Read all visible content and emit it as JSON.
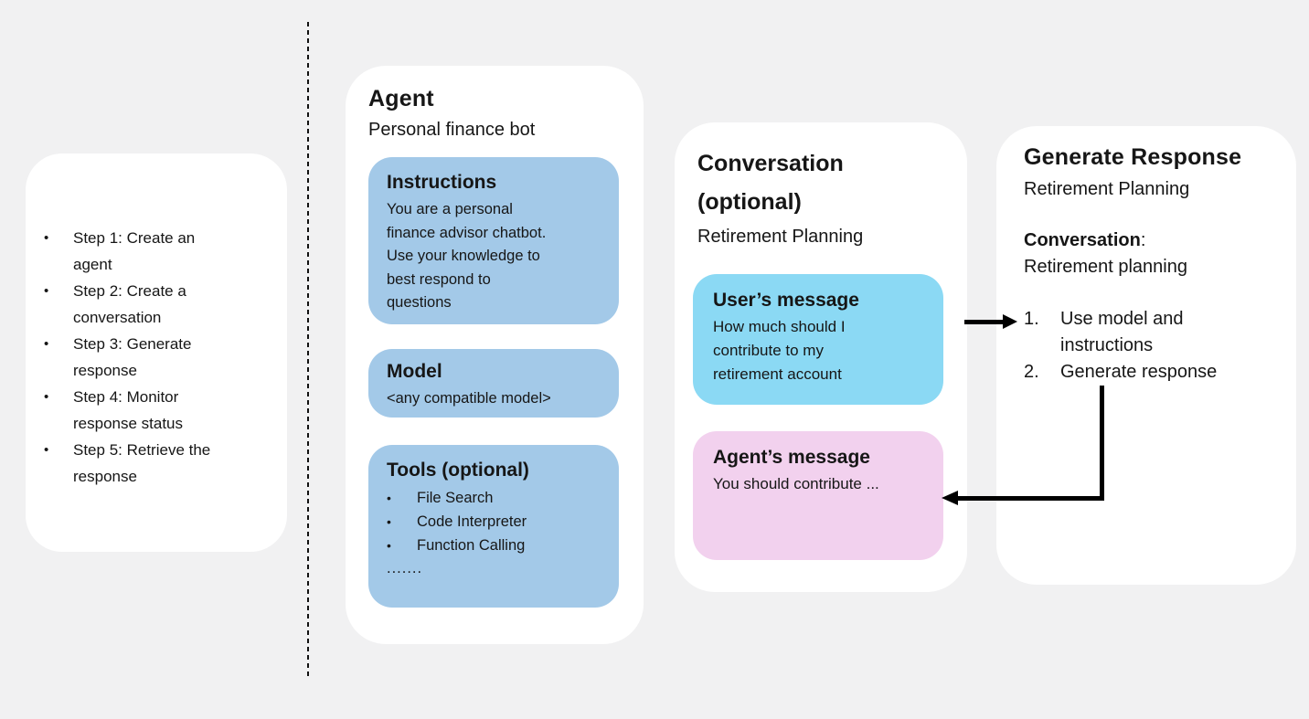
{
  "colors": {
    "bg": "#f1f1f2",
    "panel": "#ffffff",
    "blue": "#a3c9e8",
    "cyan": "#8bd9f4",
    "pink": "#f2d1ee",
    "ink": "#161616",
    "arrow": "#000000"
  },
  "glyphs": {
    "bullet": "•"
  },
  "steps_panel": {
    "items": [
      "Step 1: Create an\nagent",
      "Step 2: Create a\nconversation",
      "Step 3: Generate\nresponse",
      "Step 4: Monitor\nresponse status",
      "Step 5: Retrieve the\nresponse"
    ]
  },
  "agent_panel": {
    "title": "Agent",
    "subtitle": "Personal finance bot",
    "boxes": [
      {
        "title": "Instructions",
        "body": "You are a personal\nfinance advisor chatbot.\nUse your knowledge to\nbest respond to\nquestions"
      },
      {
        "title": "Model",
        "body": "<any compatible model>"
      },
      {
        "title": "Tools (optional)",
        "bullets": [
          "File Search",
          "Code Interpreter",
          "Function Calling"
        ],
        "dots": "......."
      }
    ]
  },
  "conversation_panel": {
    "title": "Conversation\n(optional)",
    "subtitle": "Retirement Planning",
    "user_message": {
      "title": "User’s message",
      "body": "How much should I\ncontribute to my\nretirement account"
    },
    "agent_message": {
      "title": "Agent’s message",
      "body": "You should contribute ..."
    }
  },
  "generate_panel": {
    "title": "Generate Response",
    "subtitle": "Retirement Planning",
    "conversation_label": "Conversation",
    "conversation_colon": ":",
    "conversation_value": "Retirement planning",
    "steps": [
      {
        "num": "1.",
        "text": "Use model and\ninstructions"
      },
      {
        "num": "2.",
        "text": "Generate response"
      }
    ]
  }
}
